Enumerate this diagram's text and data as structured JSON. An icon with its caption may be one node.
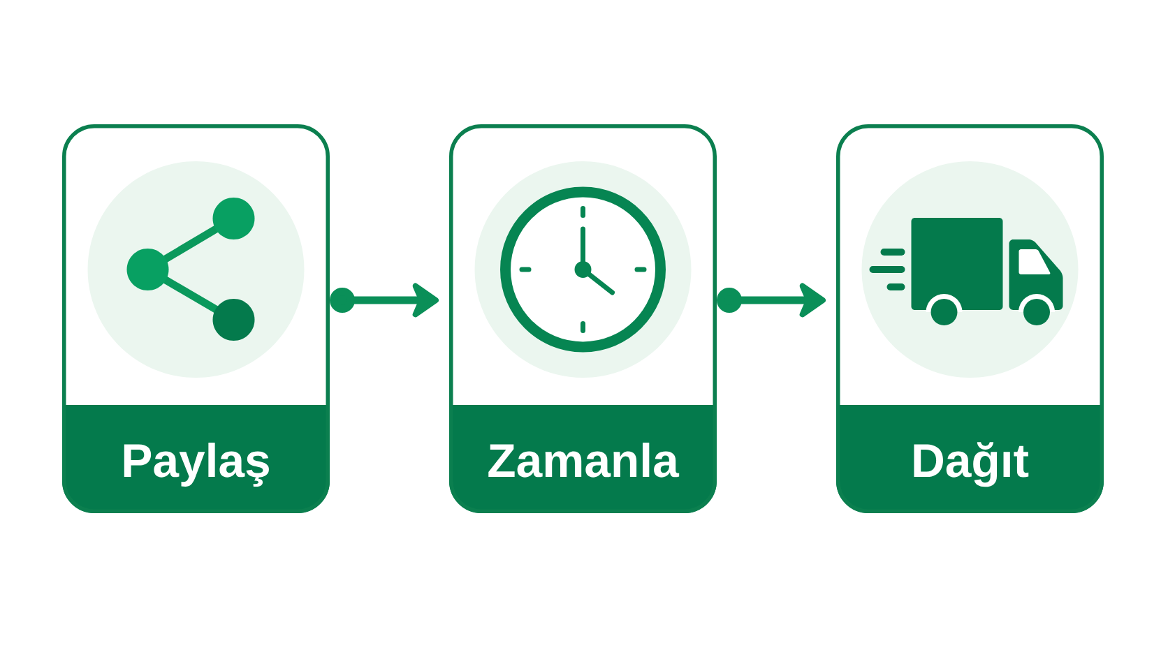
{
  "diagram": {
    "nodes": [
      {
        "text": [
          "Paylaş"
        ]
      },
      {
        "text": [
          "Zamanla"
        ]
      },
      {
        "text": [
          "Dağıt"
        ]
      }
    ],
    "edges": [
      {
        "from": 0,
        "to": 1,
        "arrow": "to"
      },
      {
        "from": 1,
        "to": 2,
        "arrow": "to"
      }
    ]
  }
}
